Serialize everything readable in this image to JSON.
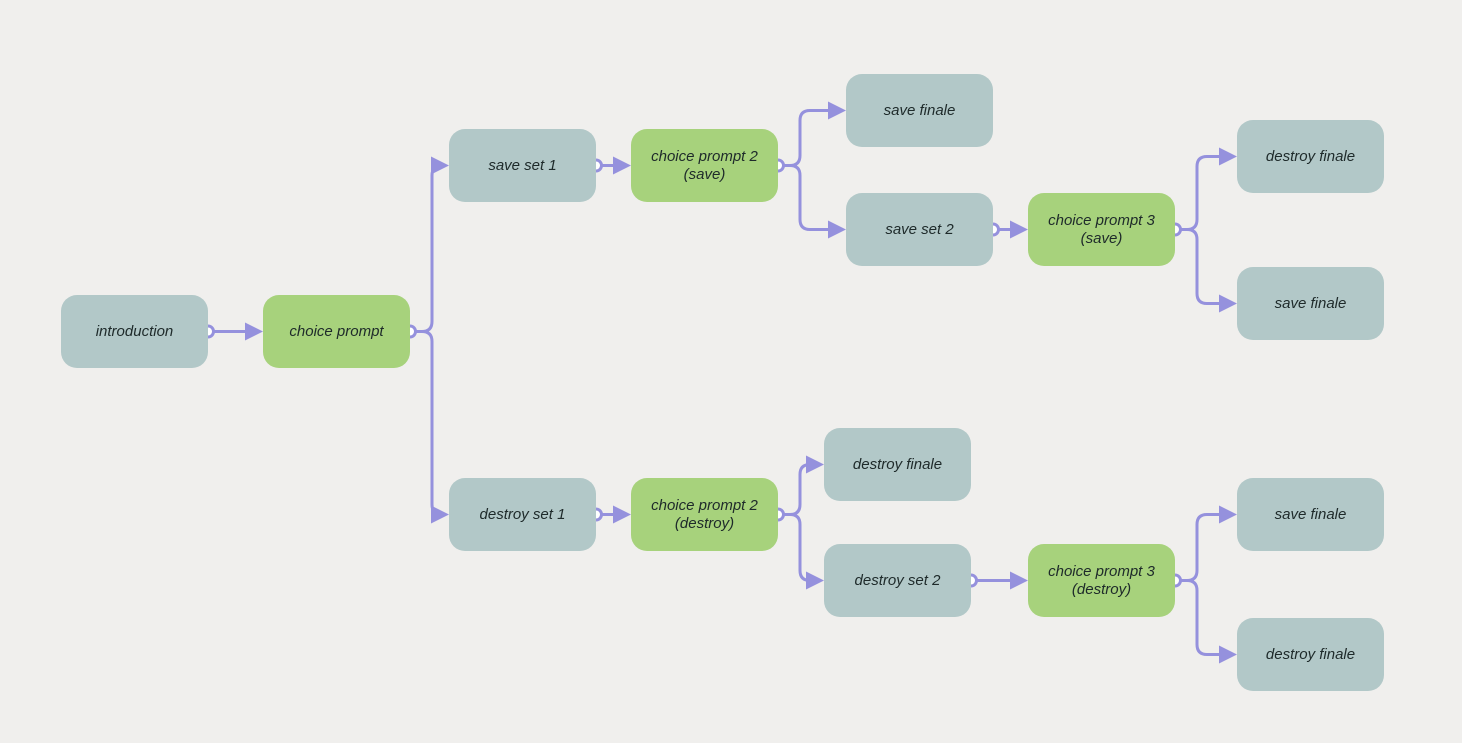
{
  "colors": {
    "background": "#f0efed",
    "scene_node": "#b2c8c8",
    "choice_node": "#a7d27c",
    "connector": "#9591dd",
    "port_fill": "#ffffff",
    "text": "#1e2a2a"
  },
  "nodes": {
    "introduction": {
      "label": "introduction",
      "kind": "scene"
    },
    "choice_prompt": {
      "label": "choice prompt",
      "kind": "choice"
    },
    "save_set_1": {
      "label": "save set 1",
      "kind": "scene"
    },
    "choice_prompt_2_save": {
      "label": "choice prompt 2\n(save)",
      "kind": "choice"
    },
    "save_finale_top": {
      "label": "save finale",
      "kind": "scene"
    },
    "save_set_2": {
      "label": "save set 2",
      "kind": "scene"
    },
    "choice_prompt_3_save": {
      "label": "choice prompt 3\n(save)",
      "kind": "choice"
    },
    "destroy_finale_top_right": {
      "label": "destroy finale",
      "kind": "scene"
    },
    "save_finale_mid_right": {
      "label": "save finale",
      "kind": "scene"
    },
    "destroy_set_1": {
      "label": "destroy set 1",
      "kind": "scene"
    },
    "choice_prompt_2_destroy": {
      "label": "choice prompt 2\n(destroy)",
      "kind": "choice"
    },
    "destroy_finale_mid": {
      "label": "destroy finale",
      "kind": "scene"
    },
    "destroy_set_2": {
      "label": "destroy set 2",
      "kind": "scene"
    },
    "choice_prompt_3_destroy": {
      "label": "choice prompt 3\n(destroy)",
      "kind": "choice"
    },
    "save_finale_bottom_right": {
      "label": "save finale",
      "kind": "scene"
    },
    "destroy_finale_bottom_right": {
      "label": "destroy finale",
      "kind": "scene"
    }
  },
  "edges": [
    {
      "from": "introduction",
      "to": "choice_prompt"
    },
    {
      "from": "choice_prompt",
      "to": "save_set_1"
    },
    {
      "from": "choice_prompt",
      "to": "destroy_set_1"
    },
    {
      "from": "save_set_1",
      "to": "choice_prompt_2_save"
    },
    {
      "from": "choice_prompt_2_save",
      "to": "save_finale_top"
    },
    {
      "from": "choice_prompt_2_save",
      "to": "save_set_2"
    },
    {
      "from": "save_set_2",
      "to": "choice_prompt_3_save"
    },
    {
      "from": "choice_prompt_3_save",
      "to": "destroy_finale_top_right"
    },
    {
      "from": "choice_prompt_3_save",
      "to": "save_finale_mid_right"
    },
    {
      "from": "destroy_set_1",
      "to": "choice_prompt_2_destroy"
    },
    {
      "from": "choice_prompt_2_destroy",
      "to": "destroy_finale_mid"
    },
    {
      "from": "choice_prompt_2_destroy",
      "to": "destroy_set_2"
    },
    {
      "from": "destroy_set_2",
      "to": "choice_prompt_3_destroy"
    },
    {
      "from": "choice_prompt_3_destroy",
      "to": "save_finale_bottom_right"
    },
    {
      "from": "choice_prompt_3_destroy",
      "to": "destroy_finale_bottom_right"
    }
  ]
}
